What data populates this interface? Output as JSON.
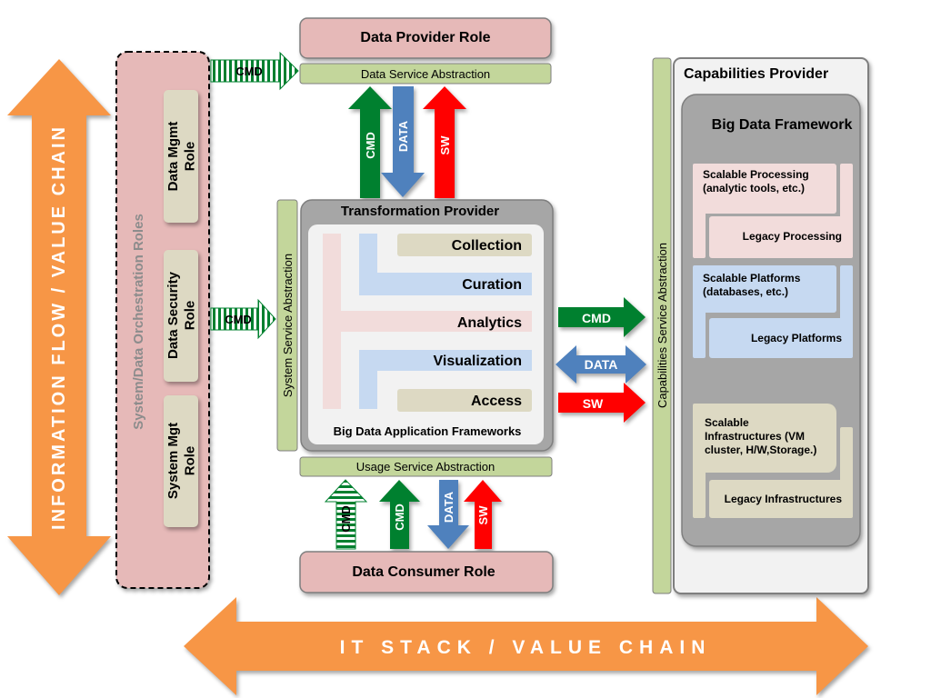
{
  "colors": {
    "orange": "#f79646",
    "pink": "#e6b9b8",
    "green_light": "#c3d69b",
    "beige": "#ddd9c3",
    "blue_light": "#c6d9f1",
    "gray": "#a6a6a6",
    "gray_dark": "#7f7f7f",
    "arrow_green": "#00802f",
    "arrow_blue": "#4f81bd",
    "arrow_red": "#ff0000"
  },
  "value_chains": {
    "vertical": "INFORMATION FLOW / VALUE CHAIN",
    "horizontal": "IT STACK / VALUE CHAIN"
  },
  "orchestration": {
    "title": "System/Data Orchestration Roles",
    "roles": [
      "Data Mgmt\nRole",
      "Data Security\nRole",
      "System Mgt\nRole"
    ]
  },
  "data_provider": {
    "title": "Data Provider Role",
    "abstraction": "Data Service Abstraction"
  },
  "data_consumer": {
    "title": "Data Consumer Role",
    "abstraction": "Usage Service Abstraction"
  },
  "system_service_abstraction": "System Service Abstraction",
  "capabilities_service_abstraction": "Capabilities Service Abstraction",
  "transformation": {
    "title": "Transformation Provider",
    "steps": [
      "Collection",
      "Curation",
      "Analytics",
      "Visualization",
      "Access"
    ],
    "frameworks_label": "Big Data Application Frameworks"
  },
  "flow_labels": {
    "cmd": "CMD",
    "data": "DATA",
    "sw": "SW"
  },
  "capabilities": {
    "title": "Capabilities Provider",
    "framework_title": "Big Data Framework",
    "processing": {
      "scalable": "Scalable Processing\n(analytic tools, etc.)",
      "legacy": "Legacy Processing"
    },
    "platforms": {
      "scalable": "Scalable Platforms\n(databases, etc.)",
      "legacy": "Legacy Platforms"
    },
    "infrastructures": {
      "scalable": "Scalable\nInfrastructures (VM\ncluster, H/W,Storage.)",
      "legacy": "Legacy Infrastructures"
    }
  }
}
